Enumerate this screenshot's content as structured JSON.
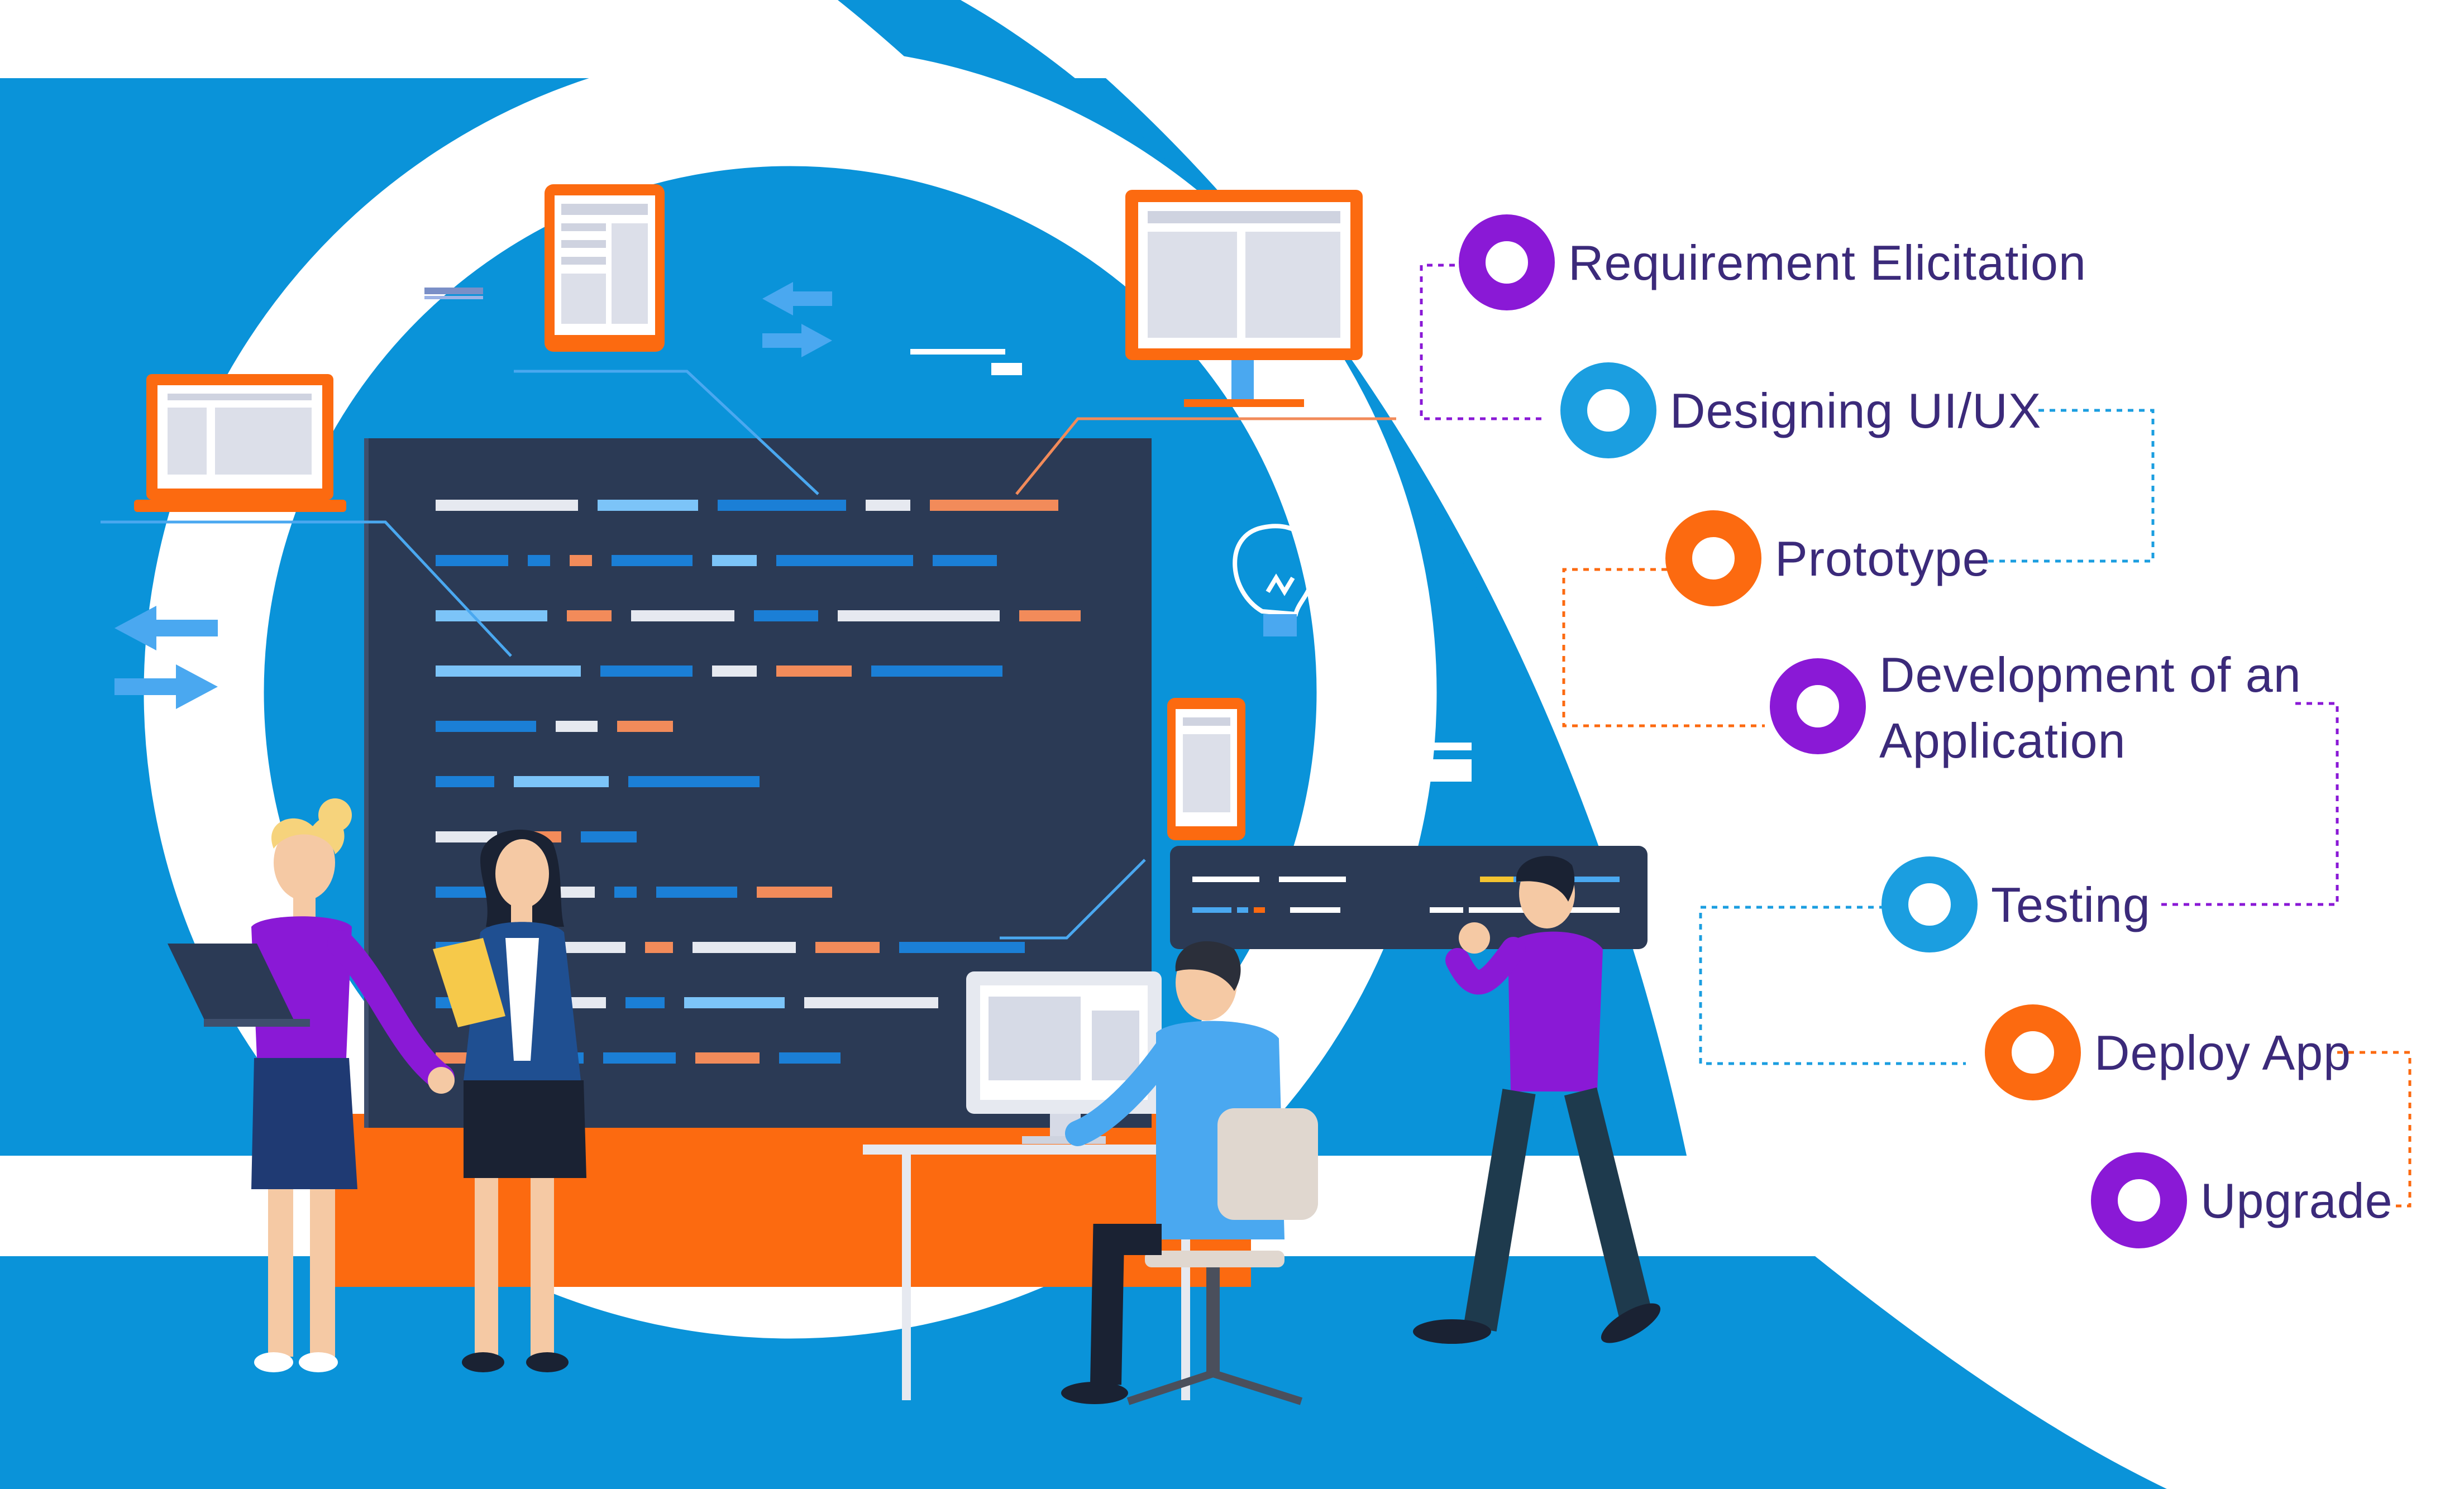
{
  "steps": [
    {
      "label": "Requirement Elicitation",
      "color": "#8a19d6"
    },
    {
      "label": "Designing UI/UX",
      "color": "#1b9ee0"
    },
    {
      "label": "Prototype",
      "color": "#fc6a10"
    },
    {
      "label": "Development of an Application",
      "color": "#8a19d6"
    },
    {
      "label": "Testing",
      "color": "#1b9ee0"
    },
    {
      "label": "Deploy App",
      "color": "#fc6a10"
    },
    {
      "label": "Upgrade",
      "color": "#8a19d6"
    }
  ],
  "colors": {
    "blue": "#0a93d9",
    "orange": "#fc6a10",
    "purple": "#8a19d6",
    "navy": "#2b3a55",
    "text": "#3b2a7a"
  },
  "icons": [
    "laptop-icon",
    "tablet-icon",
    "monitor-icon",
    "phone-icon",
    "lightbulb-icon",
    "arrows-icon"
  ]
}
